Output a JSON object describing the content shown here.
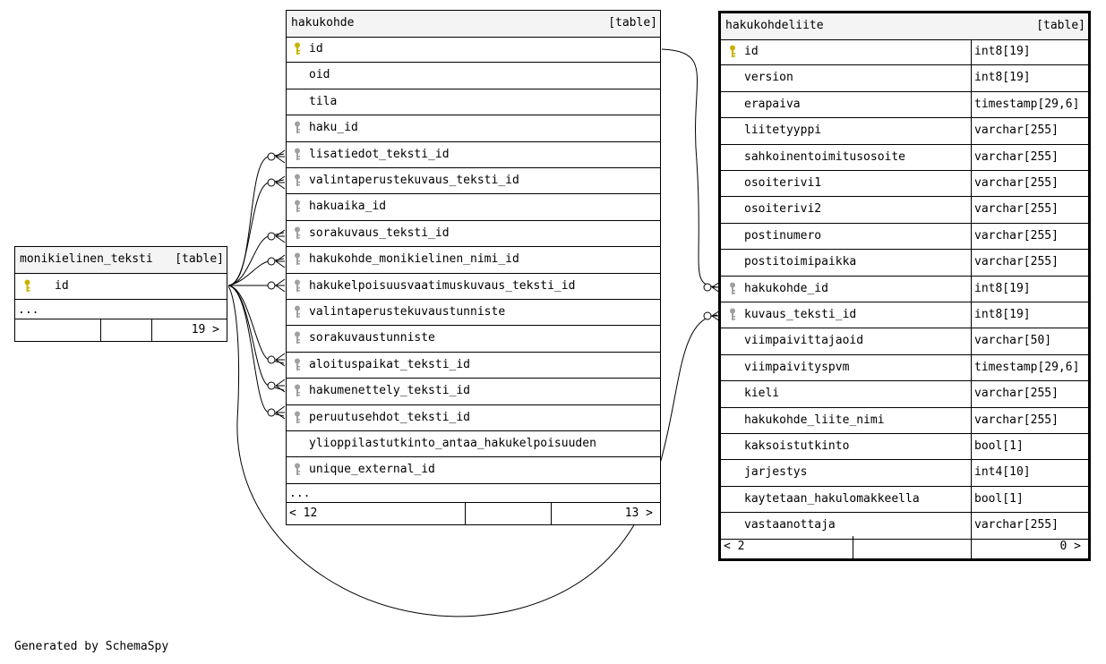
{
  "diagram": {
    "credit": "Generated by SchemaSpy",
    "colors": {
      "primary_key": "#c8b400",
      "foreign_key": "#a0a0a0",
      "header_bg": "#f4f4f4"
    }
  },
  "tables": {
    "monikielinen_teksti": {
      "name": "monikielinen_teksti",
      "type": "[table]",
      "columns": [
        {
          "name": "id",
          "key": "primary"
        }
      ],
      "ellipsis": "...",
      "footer": {
        "right": "19 >"
      }
    },
    "hakukohde": {
      "name": "hakukohde",
      "type": "[table]",
      "columns": [
        {
          "name": "id",
          "key": "primary"
        },
        {
          "name": "oid",
          "key": ""
        },
        {
          "name": "tila",
          "key": ""
        },
        {
          "name": "haku_id",
          "key": "foreign"
        },
        {
          "name": "lisatiedot_teksti_id",
          "key": "foreign"
        },
        {
          "name": "valintaperustekuvaus_teksti_id",
          "key": "foreign"
        },
        {
          "name": "hakuaika_id",
          "key": "foreign"
        },
        {
          "name": "sorakuvaus_teksti_id",
          "key": "foreign"
        },
        {
          "name": "hakukohde_monikielinen_nimi_id",
          "key": "foreign"
        },
        {
          "name": "hakukelpoisuusvaatimuskuvaus_teksti_id",
          "key": "foreign"
        },
        {
          "name": "valintaperustekuvaustunniste",
          "key": "foreign"
        },
        {
          "name": "sorakuvaustunniste",
          "key": "foreign"
        },
        {
          "name": "aloituspaikat_teksti_id",
          "key": "foreign"
        },
        {
          "name": "hakumenettely_teksti_id",
          "key": "foreign"
        },
        {
          "name": "peruutusehdot_teksti_id",
          "key": "foreign"
        },
        {
          "name": "ylioppilastutkinto_antaa_hakukelpoisuuden",
          "key": ""
        },
        {
          "name": "unique_external_id",
          "key": "foreign"
        }
      ],
      "ellipsis": "...",
      "footer": {
        "left": "< 12",
        "right": "13 >"
      }
    },
    "hakukohdeliite": {
      "name": "hakukohdeliite",
      "type": "[table]",
      "columns": [
        {
          "name": "id",
          "type": "int8[19]",
          "key": "primary"
        },
        {
          "name": "version",
          "type": "int8[19]",
          "key": ""
        },
        {
          "name": "erapaiva",
          "type": "timestamp[29,6]",
          "key": ""
        },
        {
          "name": "liitetyyppi",
          "type": "varchar[255]",
          "key": ""
        },
        {
          "name": "sahkoinentoimitusosoite",
          "type": "varchar[255]",
          "key": ""
        },
        {
          "name": "osoiterivi1",
          "type": "varchar[255]",
          "key": ""
        },
        {
          "name": "osoiterivi2",
          "type": "varchar[255]",
          "key": ""
        },
        {
          "name": "postinumero",
          "type": "varchar[255]",
          "key": ""
        },
        {
          "name": "postitoimipaikka",
          "type": "varchar[255]",
          "key": ""
        },
        {
          "name": "hakukohde_id",
          "type": "int8[19]",
          "key": "foreign"
        },
        {
          "name": "kuvaus_teksti_id",
          "type": "int8[19]",
          "key": "foreign"
        },
        {
          "name": "viimpaivittajaoid",
          "type": "varchar[50]",
          "key": ""
        },
        {
          "name": "viimpaivityspvm",
          "type": "timestamp[29,6]",
          "key": ""
        },
        {
          "name": "kieli",
          "type": "varchar[255]",
          "key": ""
        },
        {
          "name": "hakukohde_liite_nimi",
          "type": "varchar[255]",
          "key": ""
        },
        {
          "name": "kaksoistutkinto",
          "type": "bool[1]",
          "key": ""
        },
        {
          "name": "jarjestys",
          "type": "int4[10]",
          "key": ""
        },
        {
          "name": "kaytetaan_hakulomakkeella",
          "type": "bool[1]",
          "key": ""
        },
        {
          "name": "vastaanottaja",
          "type": "varchar[255]",
          "key": ""
        }
      ],
      "footer": {
        "left": "< 2",
        "right": "0 >"
      }
    }
  }
}
